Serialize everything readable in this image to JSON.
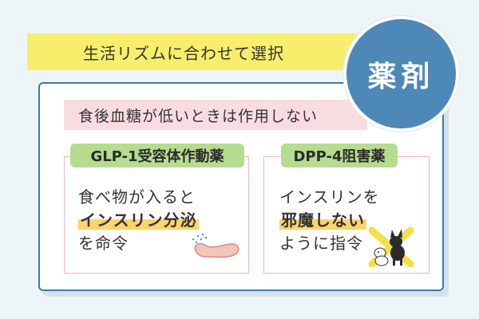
{
  "banner": {
    "text": "生活リズムに合わせて選択"
  },
  "badge": {
    "text": "薬剤"
  },
  "subheading": {
    "text": "食後血糖が低いときは作用しない"
  },
  "cards": [
    {
      "tag": "GLP-1受容体作動薬",
      "lines": [
        "食べ物が入ると",
        "インスリン分泌",
        "を命令"
      ],
      "illustration": "pancreas-icon"
    },
    {
      "tag": "DPP-4阻害薬",
      "lines": [
        "インスリンを",
        "邪魔しない",
        "ように指令"
      ],
      "illustration": "dogs-cross-icon"
    }
  ],
  "colors": {
    "banner": "#f7ee6b",
    "badge": "#4d88b6",
    "panel_border": "#3f7aa6",
    "pink": "#f8dce2",
    "tag_green": "#b6dc90",
    "highlight": "#fbd46a"
  }
}
